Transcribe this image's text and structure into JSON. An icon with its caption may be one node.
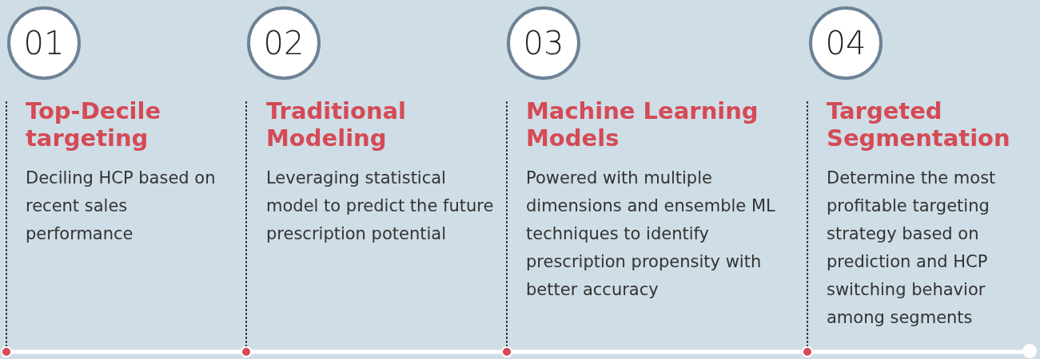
{
  "diagram": {
    "nodes": [
      {
        "text": [
          "01"
        ]
      },
      {
        "text": [
          "Top-Decile targeting",
          "Deciling HCP based on recent sales performance"
        ]
      },
      {
        "text": [
          "02"
        ]
      },
      {
        "text": [
          "Traditional Modeling",
          "Leveraging statistical model to predict the future prescription potential"
        ]
      },
      {
        "text": [
          "03"
        ]
      },
      {
        "text": [
          "Machine Learning Models",
          "Powered with multiple dimensions and ensemble ML techniques to identify prescription propensity with better accuracy"
        ]
      },
      {
        "text": [
          "04"
        ]
      },
      {
        "text": [
          "Targeted Segmentation",
          "Determine the most profitable targeting strategy based on prediction and HCP switching behavior among segments"
        ]
      }
    ]
  }
}
